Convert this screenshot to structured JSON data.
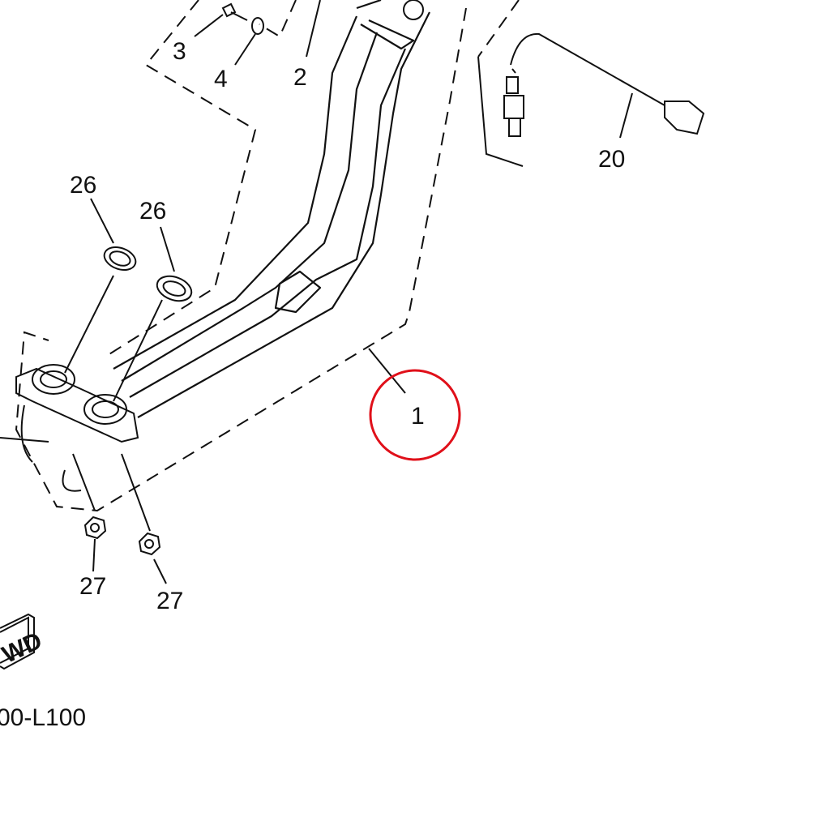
{
  "diagram": {
    "callouts": {
      "part_3": "3",
      "part_4": "4",
      "part_2": "2",
      "part_20": "20",
      "part_26a": "26",
      "part_26b": "26",
      "part_1": "1",
      "part_27a": "27",
      "part_27b": "27"
    },
    "fwd_badge": "WD",
    "diagram_code": "00-L100",
    "highlight_color": "#e0101a"
  }
}
